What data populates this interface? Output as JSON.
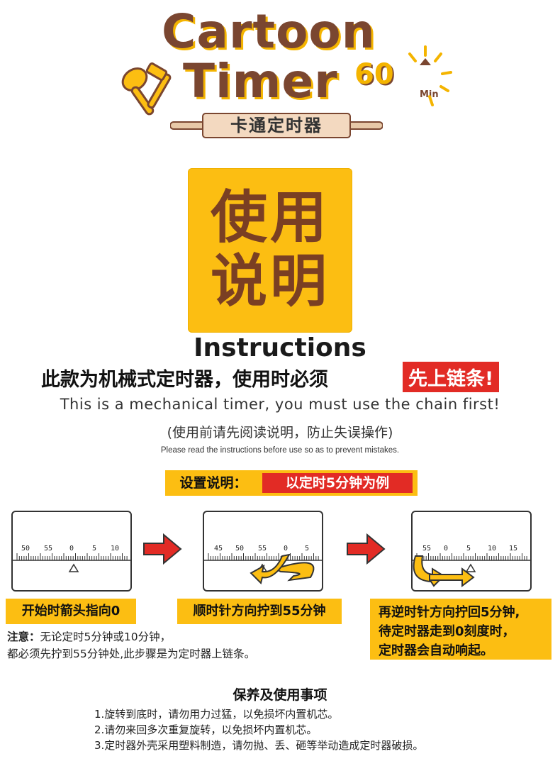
{
  "header": {
    "title_line1": "Cartoon",
    "title_line2": "Timer",
    "sixty": "60",
    "min_label": "Min",
    "subtitle_cn": "卡通定时器"
  },
  "badge": {
    "line1": "使用",
    "line2": "说明"
  },
  "intro": {
    "heading": "Instructions",
    "cn_main": "此款为机械式定时器，使用时必须",
    "cn_highlight": "先上链条!",
    "en_main": "This is a mechanical timer, you must use the chain first!",
    "cn_note": "(使用前请先阅读说明，防止失误操作)",
    "en_note": "Please read the instructions before use so as to prevent mistakes."
  },
  "setting": {
    "label": "设置说明：",
    "example": "以定时5分钟为例"
  },
  "dials": [
    {
      "ticks": [
        "50",
        "55",
        "0",
        "5",
        "10"
      ]
    },
    {
      "ticks": [
        "45",
        "50",
        "55",
        "0",
        "5"
      ]
    },
    {
      "ticks": [
        "55",
        "0",
        "5",
        "10",
        "15"
      ]
    }
  ],
  "steps": {
    "step1": "开始时箭头指向0",
    "step2": "顺时针方向拧到55分钟",
    "step3_line1": "再逆时针方向拧回5分钟,",
    "step3_line2": "待定时器走到0刻度时，",
    "step3_line3": "定时器会自动响起。"
  },
  "note": {
    "label": "注意：",
    "line1": "无论定时5分钟或10分钟，",
    "line2": "都必须先拧到55分钟处,此步骤是为定时器上链条。"
  },
  "care": {
    "title": "保养及使用事项",
    "items": [
      "1.旋转到底时，请勿用力过猛，以免损坏内置机芯。",
      "2.请勿来回多次重复旋转，以免损坏内置机芯。",
      "3.定时器外壳采用塑料制造，请勿抛、丢、砸等举动造成定时器破损。"
    ]
  },
  "colors": {
    "yellow": "#fcbe12",
    "brown": "#7a3f23",
    "red": "#e22b25"
  }
}
